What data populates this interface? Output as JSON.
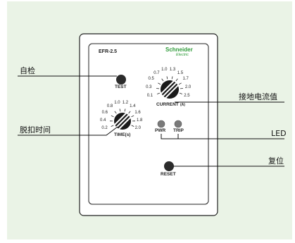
{
  "device": {
    "model": "EFR-2.5",
    "brand": "Schneider",
    "brand_sub": "Electric",
    "brand_color": "#2f9b3a"
  },
  "controls": {
    "test_label": "TEST",
    "current_label": "CURRENT",
    "current_unit": "(A)",
    "time_label": "TIME(s)",
    "pwr_label": "PWR",
    "trip_label": "TRIP",
    "reset_label": "RESET",
    "current_scale": [
      "0.1",
      "0.3",
      "0.5",
      "0.7",
      "1.0",
      "1.3",
      "1.5",
      "1.7",
      "2.0",
      "2.5"
    ],
    "time_scale": [
      "0.2",
      "0.4",
      "0.6",
      "0.8",
      "1.0",
      "1.2",
      "1.4",
      "1.6",
      "1.8",
      "2.0"
    ]
  },
  "callouts": {
    "self_test": "自检",
    "trip_time": "脱扣时间",
    "ground_current": "接地电流值",
    "led": "LED",
    "reset": "复位"
  },
  "colors": {
    "background": "#eaf3e6",
    "knob": "#1a1a1a",
    "led": "#7a7a7a",
    "button": "#2b2b2b"
  }
}
